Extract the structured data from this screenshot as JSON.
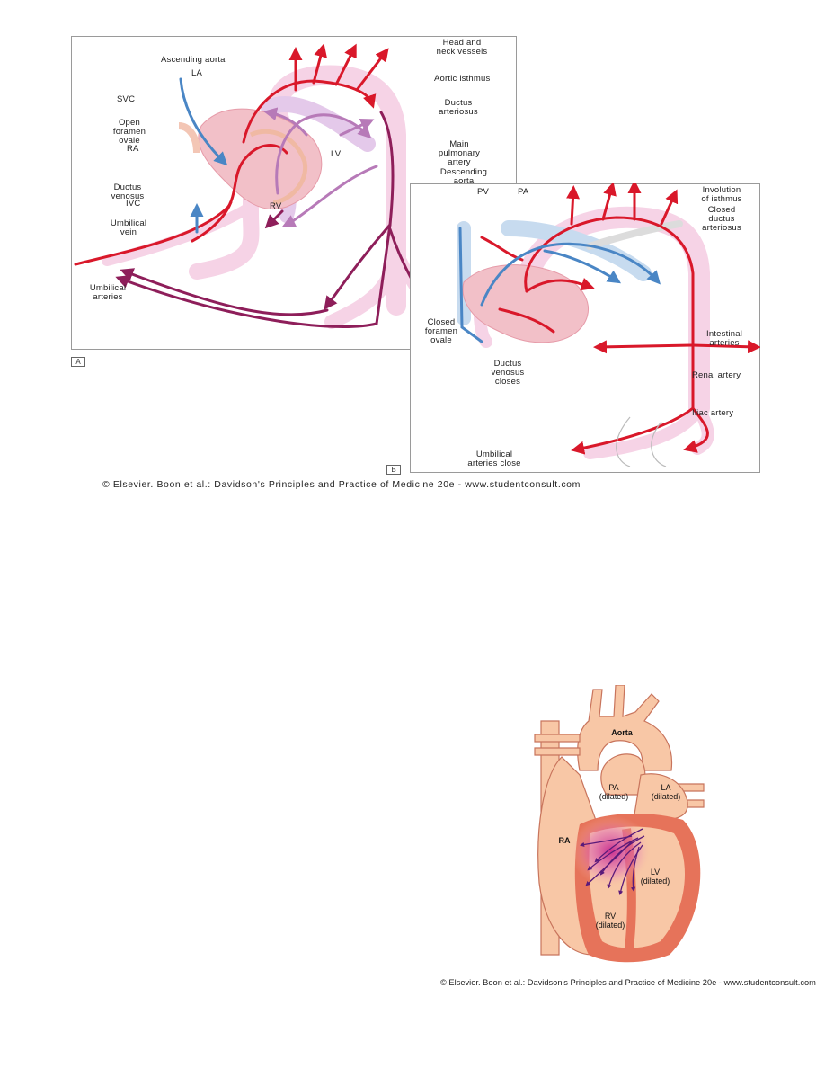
{
  "fetal_circulation": {
    "panel_a_tag": "A",
    "labels": {
      "ascending_aorta": "Ascending aorta",
      "head_neck": "Head and\nneck vessels",
      "aortic_isthmus": "Aortic isthmus",
      "ductus_arteriosus": "Ductus\narteriosus",
      "la": "LA",
      "svc": "SVC",
      "open_foramen_ovale": "Open\nforamen\novale",
      "ra": "RA",
      "main_pulmonary_artery": "Main\npulmonary\nartery",
      "lv": "LV",
      "descending_aorta": "Descending\naorta",
      "ductus_venosus": "Ductus\nvenosus",
      "ivc": "IVC",
      "rv": "RV",
      "umbilical_vein": "Umbilical\nvein",
      "umbilical_arteries": "Umbilical\narteries"
    }
  },
  "postnatal_circulation": {
    "panel_b_tag": "B",
    "labels": {
      "pv": "PV",
      "pa": "PA",
      "involution_isthmus": "Involution\nof isthmus",
      "closed_ductus": "Closed\nductus\narteriosus",
      "closed_foramen_ovale": "Closed\nforamen\novale",
      "intestinal_arteries": "Intestinal\narteries",
      "ductus_venosus_closes": "Ductus\nvenosus\ncloses",
      "renal_artery": "Renal artery",
      "iliac_artery": "Iliac artery",
      "umbilical_arteries_close": "Umbilical\narteries close"
    }
  },
  "credit_top": "© Elsevier. Boon et al.: Davidson's Principles and Practice of Medicine 20e - www.studentconsult.com",
  "vsd_heart": {
    "labels": {
      "aorta": "Aorta",
      "pa": "PA\n(dilated)",
      "la": "LA\n(dilated)",
      "ra": "RA",
      "lv": "LV\n(dilated)",
      "rv": "RV\n(dilated)"
    }
  },
  "credit_bottom": "© Elsevier. Boon et al.: Davidson's Principles and Practice of Medicine 20e - www.studentconsult.com",
  "colors": {
    "oxygenated": "#d9182a",
    "deoxygenated": "#4a86c5",
    "mixed": "#8e1e5a",
    "vessel_pink": "#f6d3e6",
    "vessel_lilac": "#e4c9ea",
    "heart_fill": "#f8c7a6",
    "heart_wall": "#e6735a",
    "shunt": "#c0148c"
  }
}
